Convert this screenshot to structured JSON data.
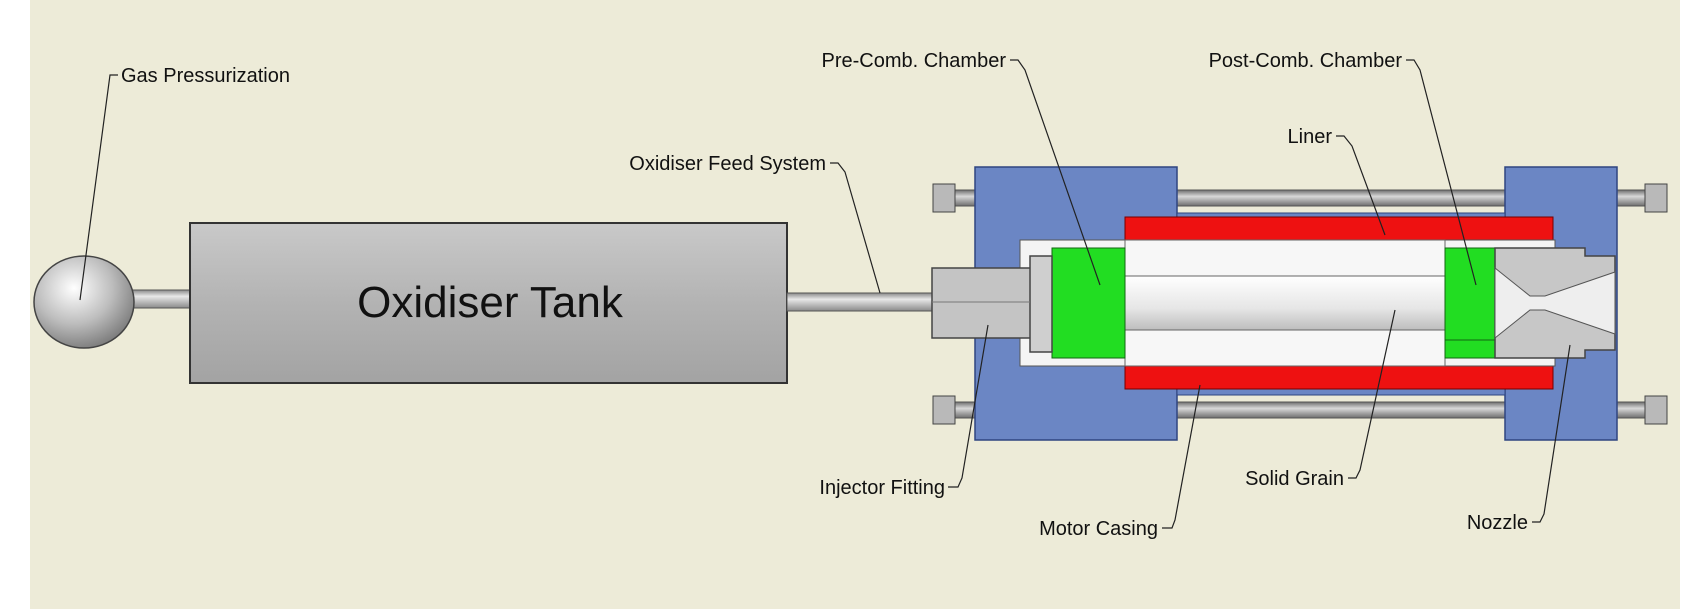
{
  "diagram": {
    "tank_title": "Oxidiser Tank",
    "labels": {
      "gas_pressurization": "Gas Pressurization",
      "pre_comb_chamber": "Pre-Comb. Chamber",
      "post_comb_chamber": "Post-Comb. Chamber",
      "liner": "Liner",
      "oxidiser_feed_system": "Oxidiser Feed System",
      "injector_fitting": "Injector Fitting",
      "motor_casing": "Motor Casing",
      "solid_grain": "Solid Grain",
      "nozzle": "Nozzle"
    }
  },
  "colors": {
    "background": "#edebd8",
    "steel_gray": "#b6b6b6",
    "casing_blue": "#6b86c4",
    "liner_red": "#ee1111",
    "chamber_green": "#22dd22",
    "grain_white": "#f4f4f4"
  }
}
